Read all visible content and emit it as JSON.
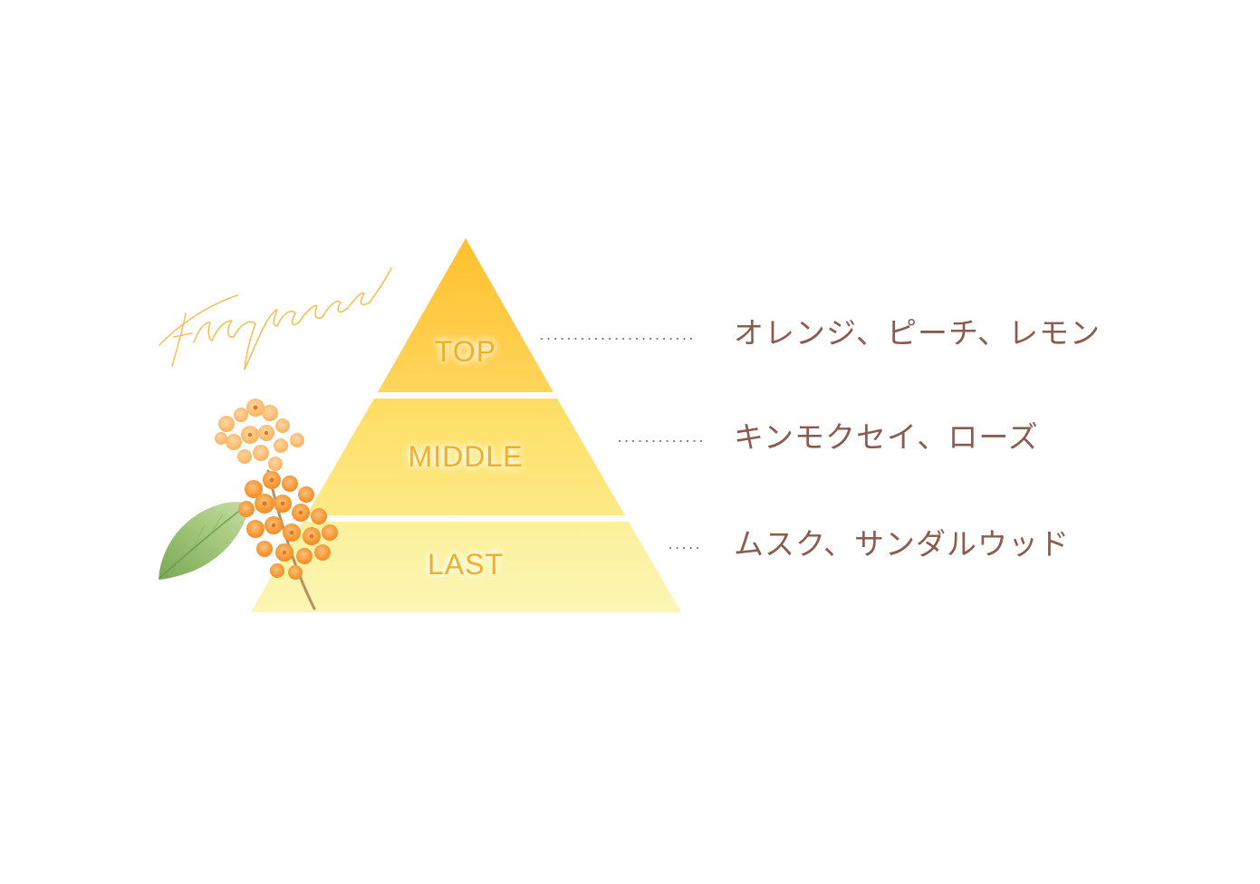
{
  "script_label": "Fragrance",
  "tiers": [
    {
      "label": "TOP",
      "notes": "オレンジ、ピーチ、レモン"
    },
    {
      "label": "MIDDLE",
      "notes": "キンモクセイ、ローズ"
    },
    {
      "label": "LAST",
      "notes": "ムスク、サンダルウッド"
    }
  ],
  "colors": {
    "tier_top": "#ffc53a",
    "tier_middle": "#ffe066",
    "tier_last": "#fbf3a6",
    "tier_label": "#f0b020",
    "notes_text": "#8a5c50",
    "leader_dots": "#8a5c50",
    "script": "#f2c25a",
    "flower": "#f39a3a",
    "leaf": "#8ab262"
  },
  "icons": [
    "osmanthus-flower-illustration",
    "leaf-illustration"
  ]
}
